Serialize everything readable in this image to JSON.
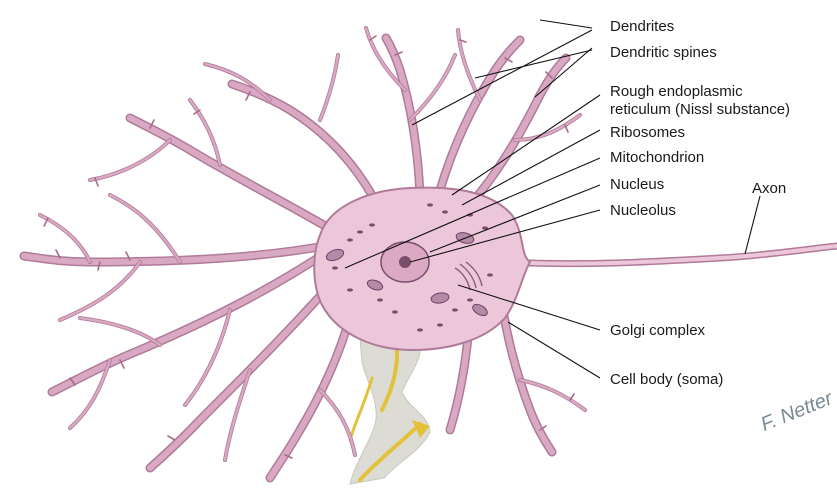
{
  "labels": {
    "dendrites": "Dendrites",
    "dendritic_spines": "Dendritic spines",
    "rer_line1": "Rough endoplasmic",
    "rer_line2": "reticulum (Nissl substance)",
    "ribosomes": "Ribosomes",
    "mitochondrion": "Mitochondrion",
    "nucleus": "Nucleus",
    "nucleolus": "Nucleolus",
    "axon": "Axon",
    "golgi": "Golgi complex",
    "cell_body": "Cell body (soma)"
  },
  "signature": "F. Netter M.D.",
  "colors": {
    "cytoplasm": "#ecc6d9",
    "membrane": "#b07a99",
    "organelle_dark": "#7a4e6a",
    "glia_yellow": "#e2c23a",
    "glia_gray": "#dcdcd4",
    "label_line": "#111111"
  }
}
